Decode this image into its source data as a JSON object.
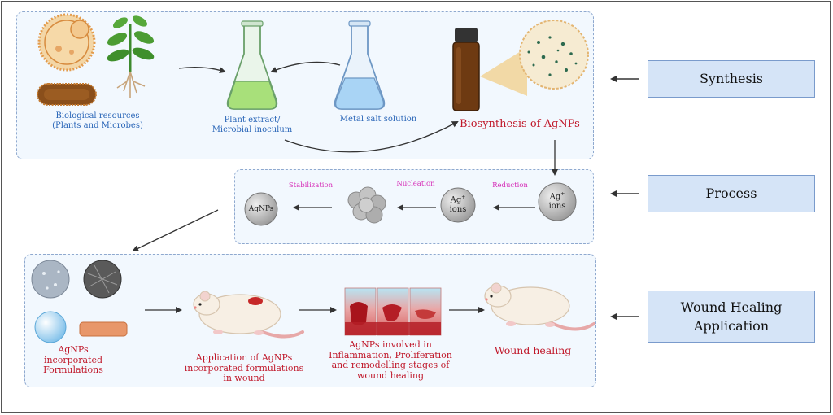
{
  "stages": {
    "synthesis": "Synthesis",
    "process": "Process",
    "wound_line1": "Wound Healing",
    "wound_line2": "Application"
  },
  "synthesis_panel": {
    "bio_line1": "Biological resources",
    "bio_line2": "(Plants and Microbes)",
    "extract_line1": "Plant extract/",
    "extract_line2": "Microbial inoculum",
    "metal_salt": "Metal salt solution",
    "biosynthesis": "Biosynthesis of AgNPs"
  },
  "process_panel": {
    "reduction": "Reduction",
    "nucleation": "Nucleation",
    "stabilization": "Stabilization",
    "ag_ion_base": "Ag",
    "ag_ion_sup": "+",
    "ions": "ions",
    "agnps": "AgNPs"
  },
  "wound_panel": {
    "formulations_line1": "AgNPs",
    "formulations_line2": "incorporated",
    "formulations_line3": "Formulations",
    "application_line1": "Application of AgNPs",
    "application_line2": "incorporated formulations",
    "application_line3": "in wound",
    "stages_line1": "AgNPs involved in",
    "stages_line2": "Inflammation, Proliferation",
    "stages_line3": "and remodelling stages of",
    "stages_line4": "wound healing",
    "wound_healing": "Wound healing"
  },
  "colors": {
    "panel_bg": "#f2f8fe",
    "panel_border": "#8fa9cf",
    "label_bg": "#d5e4f7",
    "blue_text": "#2a66b8",
    "red_text": "#c0182a",
    "pink_text": "#d62fb8"
  }
}
